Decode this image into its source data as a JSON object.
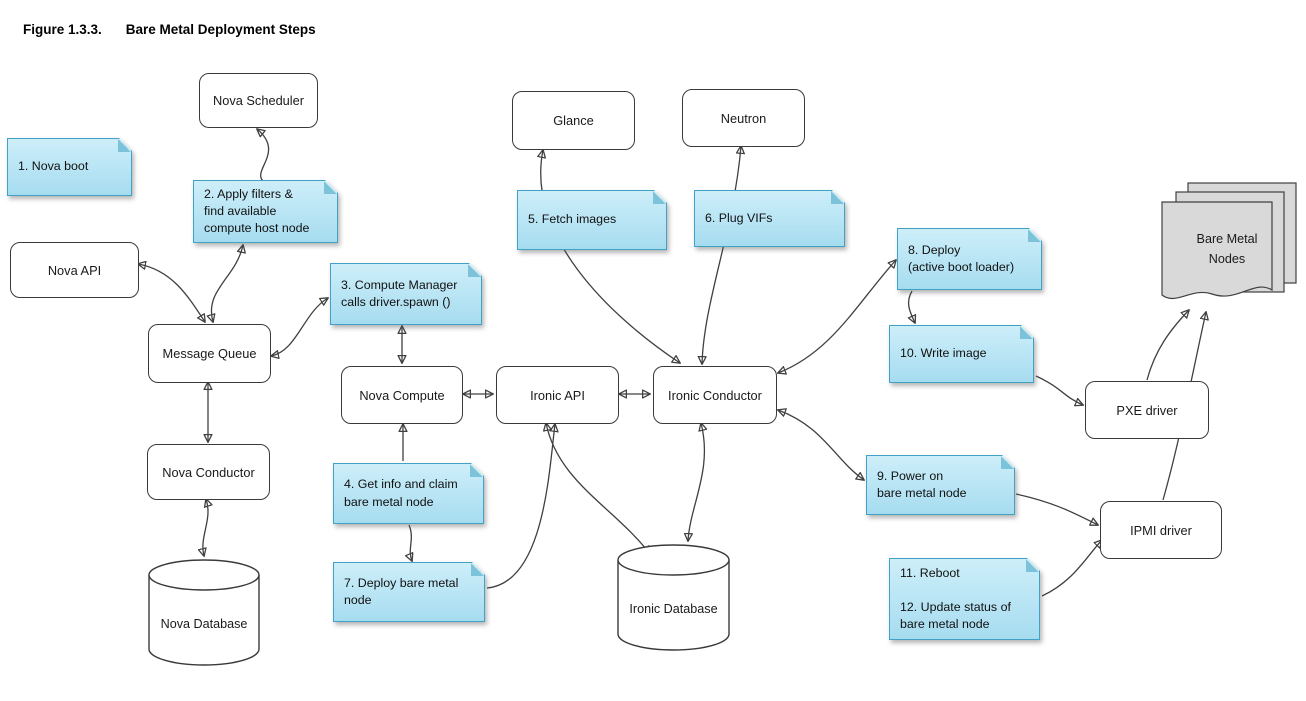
{
  "title": {
    "figure": "Figure 1.3.3.",
    "text": "Bare Metal Deployment Steps"
  },
  "nodes": {
    "nova_scheduler": "Nova Scheduler",
    "glance": "Glance",
    "neutron": "Neutron",
    "nova_api": "Nova API",
    "message_queue": "Message Queue",
    "nova_conductor": "Nova Conductor",
    "nova_compute": "Nova Compute",
    "ironic_api": "Ironic API",
    "ironic_conductor": "Ironic Conductor",
    "pxe_driver": "PXE driver",
    "ipmi_driver": "IPMI driver",
    "nova_database": "Nova Database",
    "ironic_database": "Ironic Database",
    "bare_metal_nodes": [
      "Bare Metal",
      "Nodes"
    ]
  },
  "steps": {
    "s1": "1.  Nova boot",
    "s2": [
      "2.  Apply filters &",
      "find available",
      "compute host node"
    ],
    "s3": [
      "3.  Compute Manager",
      "calls driver.spawn ()"
    ],
    "s4": [
      "4.  Get info and claim",
      "bare metal node"
    ],
    "s5": "5.  Fetch images",
    "s6": "6.  Plug VIFs",
    "s7": [
      "7.   Deploy bare metal",
      "node"
    ],
    "s8": [
      "8.   Deploy",
      "(active boot loader)"
    ],
    "s9": [
      "9.  Power on",
      "bare metal node"
    ],
    "s10": "10.   Write image",
    "s11": [
      "11.   Reboot",
      "",
      "12.   Update status of",
      "bare metal node"
    ]
  },
  "colors": {
    "note_fill_top": "#cdeef9",
    "note_fill_bottom": "#a6dcf0",
    "note_border": "#41a2c6",
    "box_border": "#3a3a3a",
    "box_fill": "#ffffff",
    "document_fill": "#d9d9d9",
    "connector": "#404040"
  }
}
